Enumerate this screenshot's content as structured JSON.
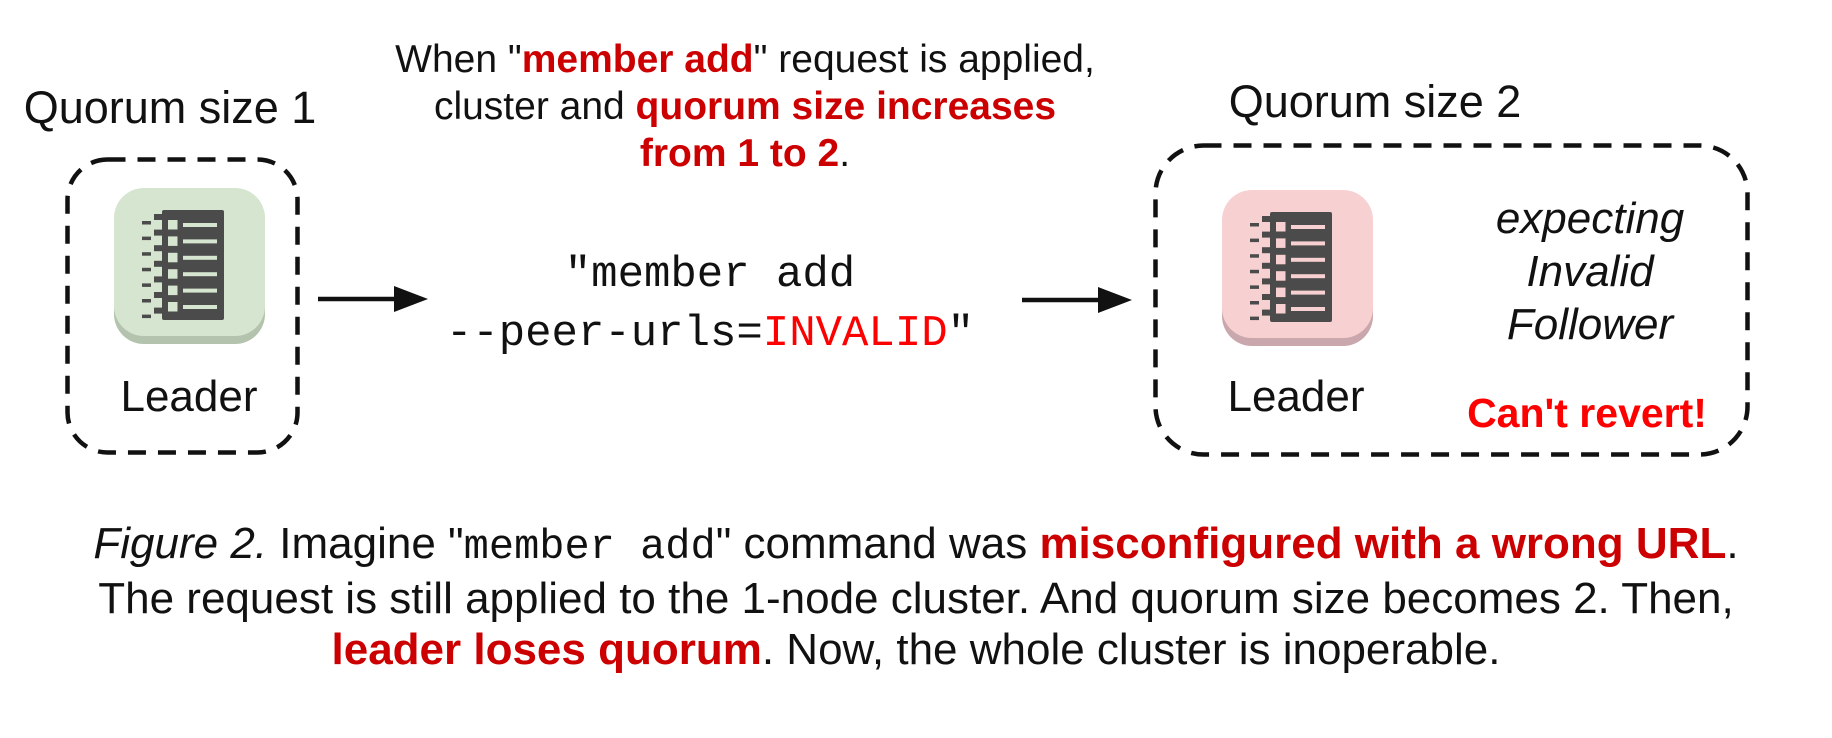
{
  "left_cluster": {
    "title": "Quorum size 1",
    "node_label": "Leader"
  },
  "annotation": {
    "line1_prefix": "When \"",
    "line1_em": "member add",
    "line1_suffix": "\" request is applied,",
    "line2_prefix": "cluster and ",
    "line2_em": "quorum size increases",
    "line3_em": "from 1 to 2",
    "line3_suffix": "."
  },
  "command": {
    "line1": "\"member add",
    "line2_prefix": "--peer-urls=",
    "line2_invalid": "INVALID",
    "line2_suffix": "\""
  },
  "right_cluster": {
    "title": "Quorum size 2",
    "node_label": "Leader",
    "expect_line1": "expecting",
    "expect_line2": "Invalid",
    "expect_line3": "Follower",
    "warning": "Can't revert!"
  },
  "caption": {
    "figure_label": "Figure 2.",
    "seg1": " Imagine \"",
    "mono": "member add",
    "seg2": "\" command was ",
    "em1": "misconfigured with a wrong URL",
    "seg3": ".",
    "line2": "The request is still applied to the 1-node cluster. And quorum size becomes 2. Then,",
    "em2": "leader loses quorum",
    "seg4": ". Now, the whole cluster is inoperable."
  },
  "colors": {
    "emphasis_red": "#cc0000",
    "bright_red": "#fd0000",
    "node_green": "#d6e5cf",
    "node_green_shadow": "#b4c3ad",
    "node_pink": "#f7d1d1",
    "node_pink_shadow": "#c9a7ac",
    "icon_dark": "#4b4b4b",
    "line_black": "#111111"
  }
}
